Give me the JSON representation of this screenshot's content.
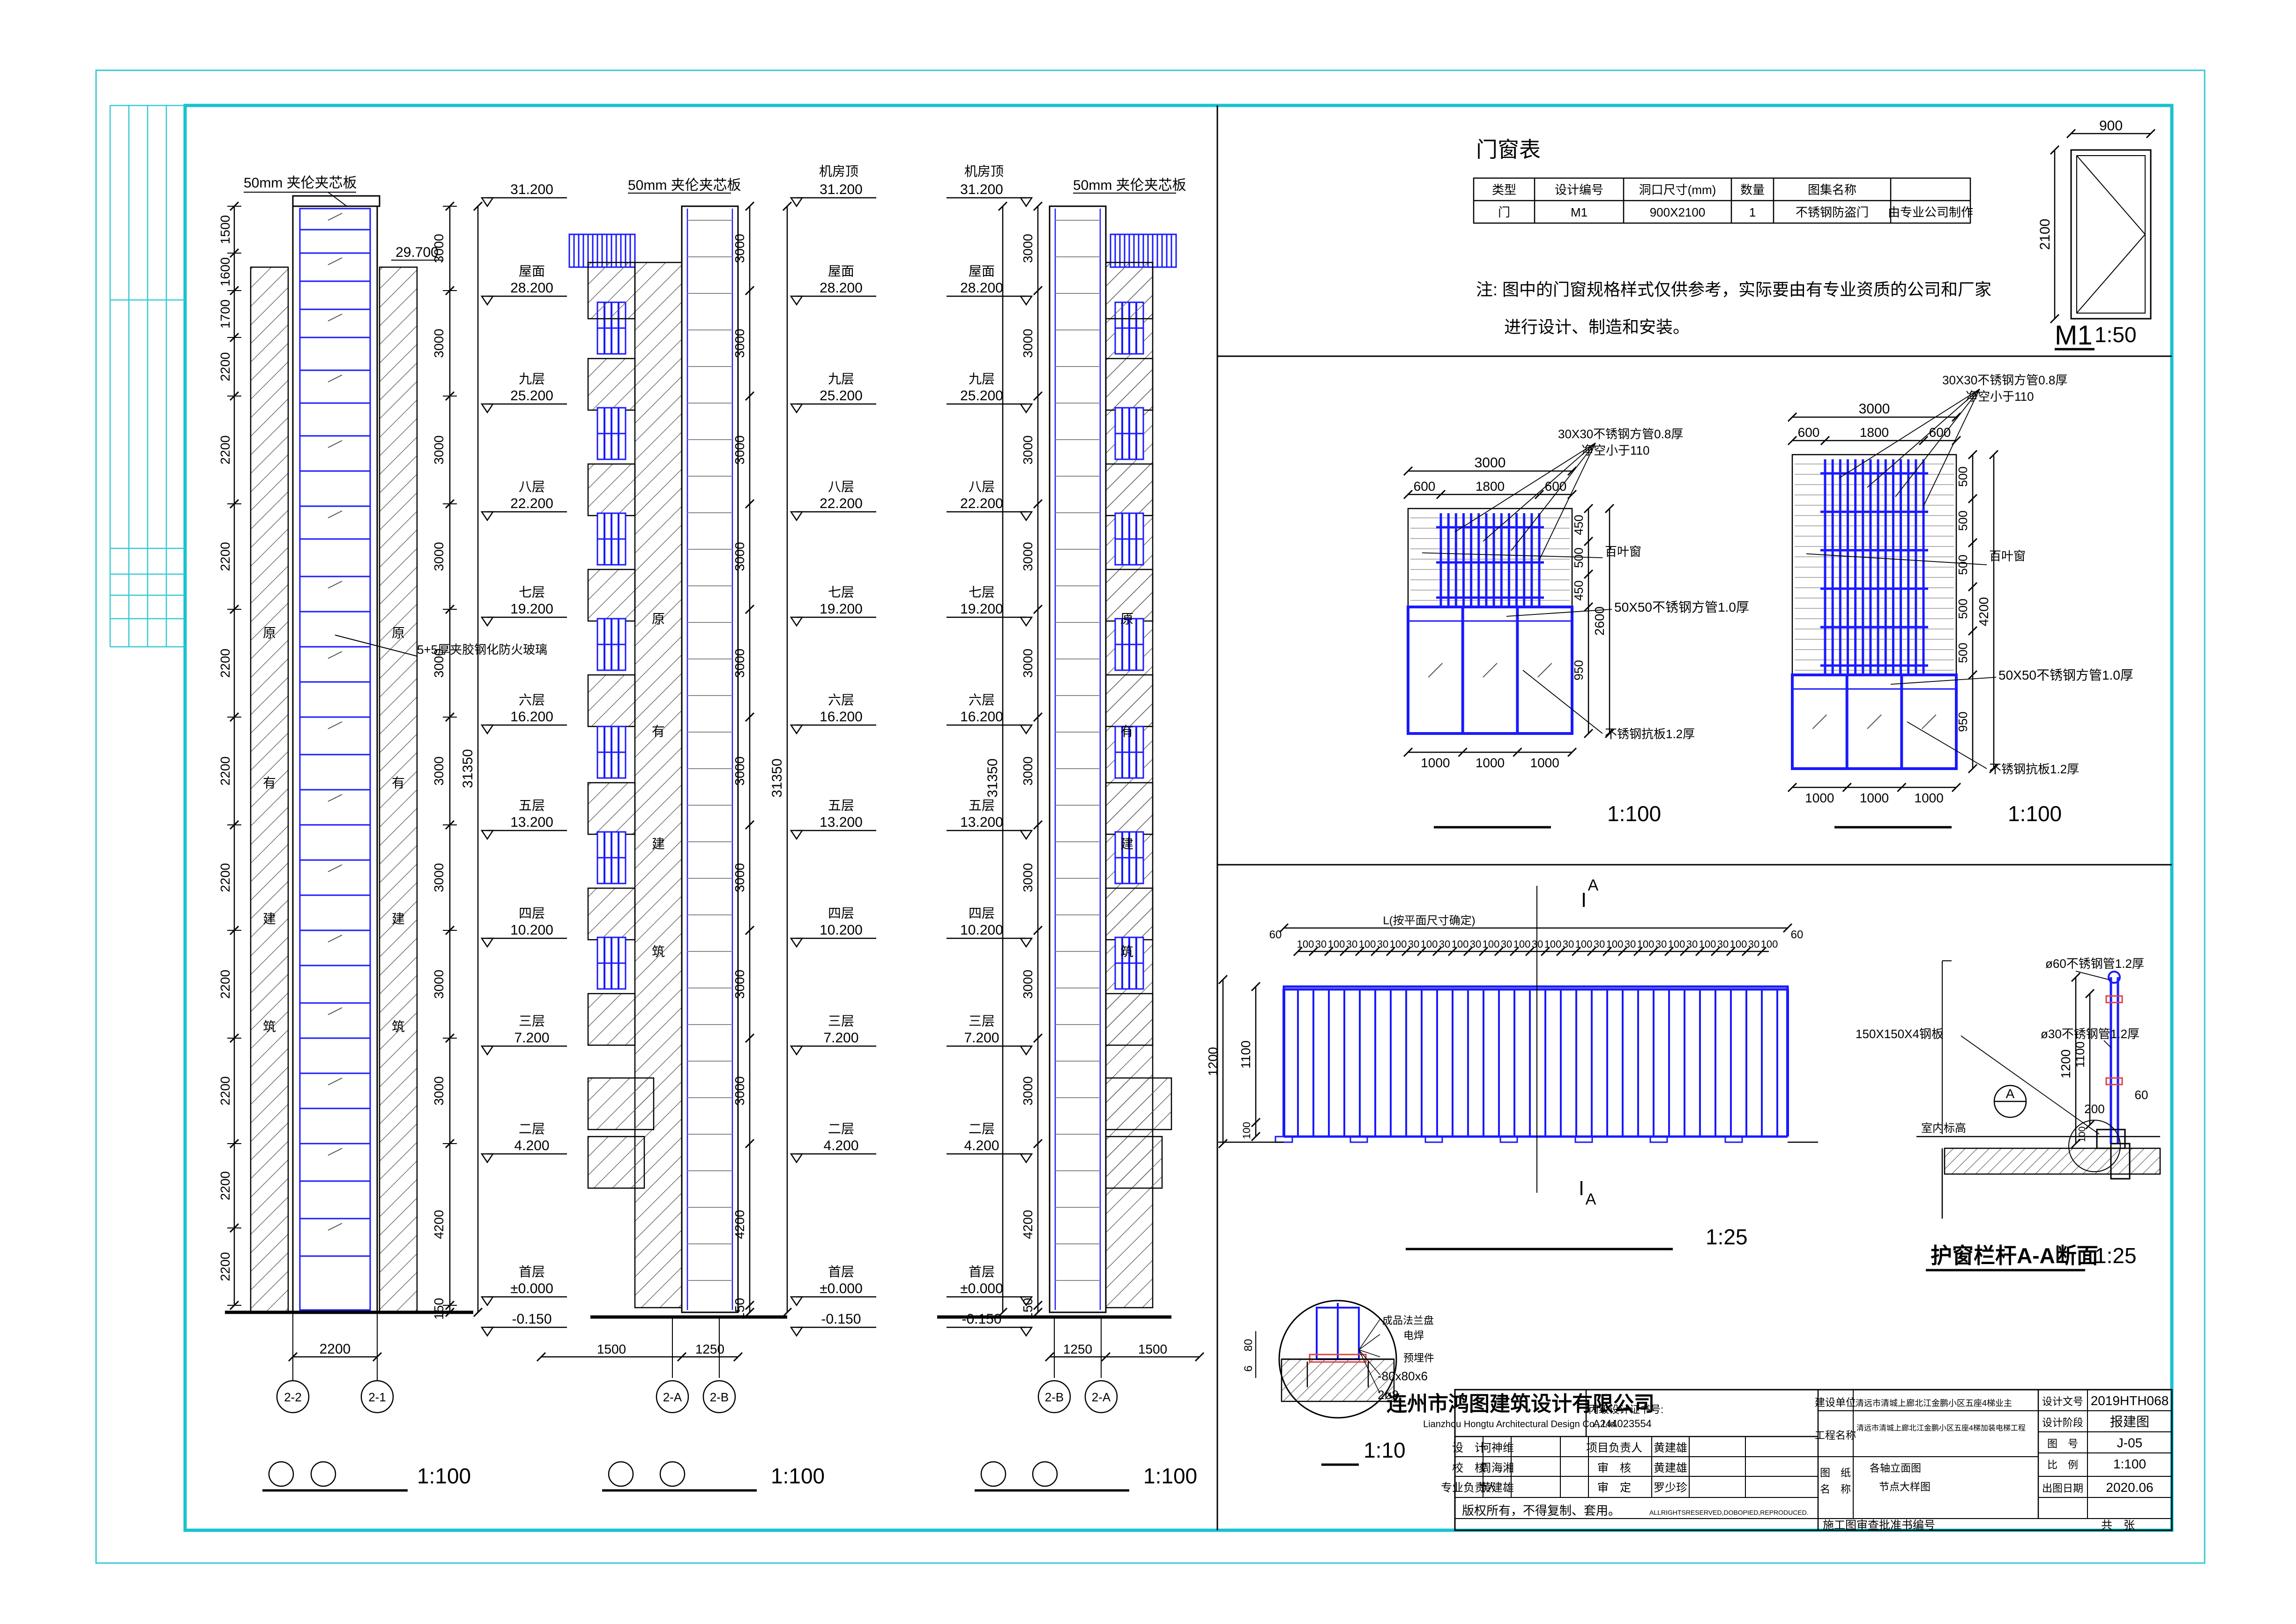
{
  "elev_left": {
    "top_label": "50mm 夹伦夹芯板",
    "levels": [
      {
        "name": "",
        "elev": "31.200"
      },
      {
        "name": "",
        "elev": "29.700"
      },
      {
        "name": "屋面",
        "elev": "28.200"
      },
      {
        "name": "九层",
        "elev": "25.200"
      },
      {
        "name": "八层",
        "elev": "22.200"
      },
      {
        "name": "七层",
        "elev": "19.200"
      },
      {
        "name": "六层",
        "elev": "16.200"
      },
      {
        "name": "五层",
        "elev": "13.200"
      },
      {
        "name": "四层",
        "elev": "10.200"
      },
      {
        "name": "三层",
        "elev": "7.200"
      },
      {
        "name": "二层",
        "elev": "4.200"
      },
      {
        "name": "首层",
        "elev": "±0.000"
      },
      {
        "name": "",
        "elev": "-0.150"
      }
    ],
    "dims_left": [
      "1500",
      "1600",
      "1700",
      "2200",
      "2200",
      "2200",
      "2200",
      "2200",
      "2200",
      "2200",
      "2200",
      "2200",
      "2200",
      "2200",
      "2200"
    ],
    "dims_right": [
      "3000",
      "3000",
      "3000",
      "3000",
      "3000",
      "3000",
      "3000",
      "3000",
      "3000",
      "4200",
      "150"
    ],
    "total": "31350",
    "glass_note": "5+5厚夹胶钢化防火玻璃",
    "width": "2200",
    "axes": [
      "2-2",
      "2-1"
    ],
    "scale": "1:100",
    "wall_text": [
      "原",
      "有",
      "建",
      "筑"
    ]
  },
  "elev_mid": {
    "top_label": "50mm 夹伦夹芯板",
    "top_level": "机房顶",
    "axes": [
      "2-A",
      "2-B"
    ],
    "widths": [
      "1500",
      "1250"
    ],
    "scale": "1:100"
  },
  "elev_right": {
    "top_label": "50mm 夹伦夹芯板",
    "top_level": "机房顶",
    "axes": [
      "2-B",
      "2-A"
    ],
    "widths": [
      "1250",
      "1500"
    ],
    "scale": "1:100"
  },
  "door_table": {
    "title": "门窗表",
    "headers": [
      "类型",
      "设计编号",
      "洞口尺寸(mm)",
      "数量",
      "图集名称",
      ""
    ],
    "rows": [
      [
        "门",
        "M1",
        "900X2100",
        "1",
        "不锈钢防盗门",
        "由专业公司制作"
      ]
    ],
    "note1": "注: 图中的门窗规格样式仅供参考，实际要由有专业资质的公司和厂家",
    "note2": "进行设计、制造和安装。"
  },
  "m1": {
    "w": "900",
    "h": "2100",
    "label": "M1",
    "scale": "1:50"
  },
  "window1": {
    "dims_top": [
      "3000",
      "600",
      "1800",
      "600"
    ],
    "tube_note": "30X30不锈钢方管0.8厚",
    "gap_note": "净空小于110",
    "louver": "百叶窗",
    "frame_note": "50X50不锈钢方管1.0厚",
    "plate_note": "不锈钢抗板1.2厚",
    "dims_right": [
      "450",
      "500",
      "450",
      "2600",
      "950"
    ],
    "dims_bottom": [
      "1000",
      "1000",
      "1000"
    ],
    "scale": "1:100"
  },
  "window2": {
    "dims_top": [
      "3000",
      "600",
      "1800",
      "600"
    ],
    "tube_note": "30X30不锈钢方管0.8厚",
    "gap_note": "净空小于110",
    "louver": "百叶窗",
    "frame_note": "50X50不锈钢方管1.0厚",
    "plate_note": "不锈钢抗板1.2厚",
    "dims_right": [
      "500",
      "500",
      "500",
      "500",
      "500",
      "4200",
      "950"
    ],
    "dims_bottom": [
      "1000",
      "1000",
      "1000"
    ],
    "scale": "1:100"
  },
  "railing": {
    "length_label": "L(按平面尺寸确定)",
    "spacing": "30",
    "spacing2": "100",
    "dim_60": "60",
    "height_dims": [
      "1200",
      "1100",
      "100"
    ],
    "section_mark": "A",
    "scale": "1:25"
  },
  "section": {
    "title": "护窗栏杆A-A断面",
    "scale": "1:25",
    "notes": [
      "ø60不锈钢管1.2厚",
      "ø30不锈钢管1.2厚",
      "150X150X4钢板"
    ],
    "dims": [
      "1200",
      "1100",
      "200",
      "100",
      "60"
    ],
    "floor": "室内标高",
    "mark": "A"
  },
  "detail": {
    "notes": [
      "成品法兰盘",
      "电焊",
      "预埋件",
      "-80x80x6",
      "2ø8"
    ],
    "dims": [
      "80",
      "6"
    ],
    "scale": "1:10"
  },
  "title_block": {
    "company": "连州市鸿图建筑设计有限公司",
    "company_en": "Lianzhou Hongtu Architectural Design Co., Ltd.",
    "cert_label": "丙级设计证书号:",
    "cert": "A244023554",
    "roles": [
      {
        "role": "设　计",
        "name": "何神维"
      },
      {
        "role": "校　核",
        "name": "周海湘"
      },
      {
        "role": "专业负责人",
        "name": "黄建雄"
      }
    ],
    "roles2": [
      {
        "role": "项目负责人",
        "name": "黄建雄"
      },
      {
        "role": "审　核",
        "name": "黄建雄"
      },
      {
        "role": "审　定",
        "name": "罗少珍"
      }
    ],
    "copyright": "版权所有，不得复制、套用。",
    "reserved": "ALLRIGHTSRESERVED,DOBOPIED,REPRODUCED.",
    "client_label": "建设单位",
    "client": "清远市清城上廊北江金鹏小区五座4梯业主",
    "project_label": "工程名称",
    "project": "清远市清城上廊北江金鹏小区五座4梯加装电梯工程",
    "drawing_label": "图　纸",
    "drawing_label2": "名　称",
    "drawing": "各轴立面图",
    "drawing2": "节点大样图",
    "review": "施工图审查批准书编号",
    "fields": [
      {
        "k": "设计文号",
        "v": "2019HTH068"
      },
      {
        "k": "设计阶段",
        "v": "报建图"
      },
      {
        "k": "图　号",
        "v": "J-05"
      },
      {
        "k": "比　例",
        "v": "1:100"
      },
      {
        "k": "出图日期",
        "v": "2020.06"
      }
    ],
    "total": "共　张"
  }
}
